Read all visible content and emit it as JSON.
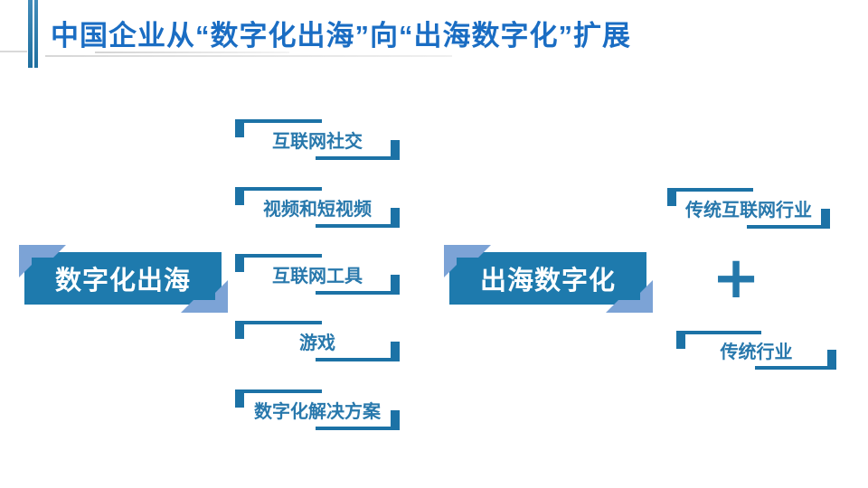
{
  "title": "中国企业从“数字化出海”向“出海数字化”扩展",
  "left_group": {
    "box_label": "数字化出海",
    "items": [
      "互联网社交",
      "视频和短视频",
      "互联网工具",
      "游戏",
      "数字化解决方案"
    ]
  },
  "right_group": {
    "box_label": "出海数字化",
    "plus_label": "+",
    "items": [
      "传统互联网行业",
      "传统行业"
    ]
  },
  "colors": {
    "box_blue": "#1e7aad",
    "corner_blue": "#7ca3d6",
    "bracket_blue": "#1c72a6",
    "item_text_blue": "#2878ac",
    "title_blue": "#1a6dc3",
    "plus_blue": "#2478ab",
    "line_gray": "#d9d9d9"
  }
}
